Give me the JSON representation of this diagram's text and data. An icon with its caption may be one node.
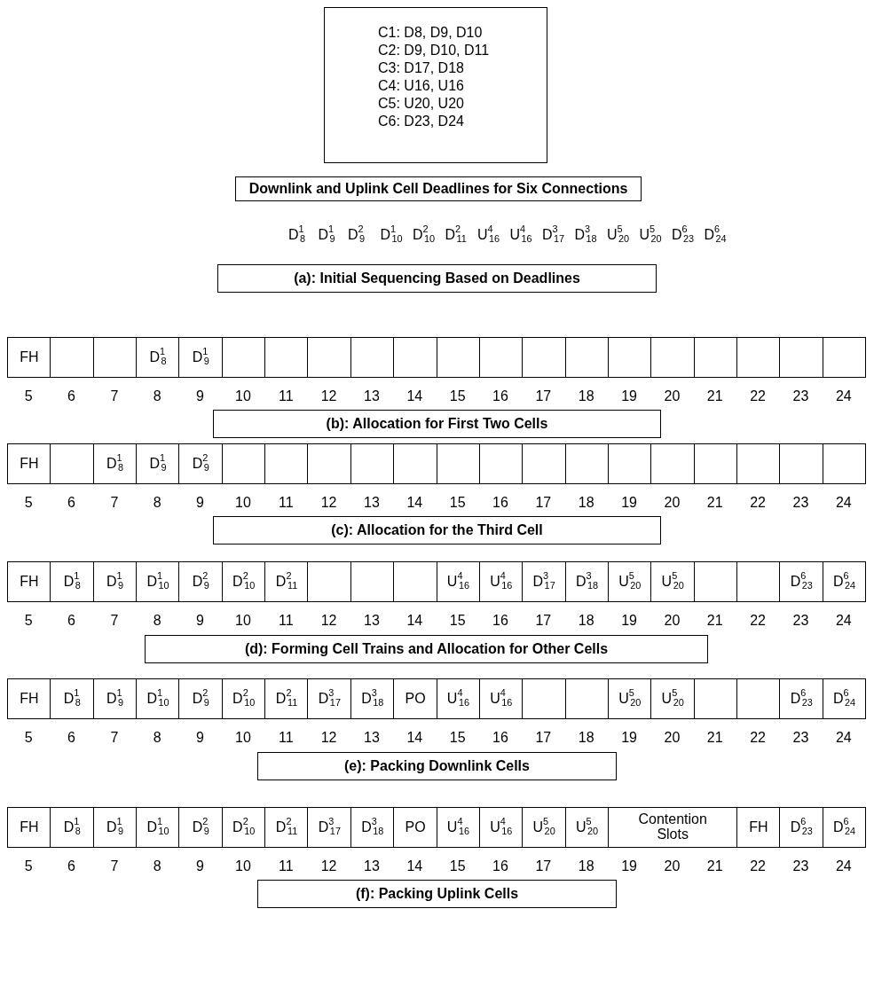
{
  "diagram": {
    "nodes": [
      {
        "text": [
          "C1: D8, D9, D10",
          "C2: D9, D10, D11",
          "C3: D17, D18",
          "C4: U16, U16",
          "C5: U20, U20",
          "C6: D23, D24"
        ]
      },
      {
        "text": [
          "Downlink and Uplink Cell Deadlines for Six Connections"
        ]
      },
      {
        "text": [
          "(a): Initial Sequencing Based on Deadlines"
        ]
      },
      {
        "text": [
          "FH"
        ]
      },
      {
        "text": [],
        "shape": "box"
      },
      {
        "text": [],
        "shape": "box"
      },
      {
        "text": [
          "D$^{1}$$_{8}$"
        ]
      },
      {
        "text": [
          "D$^{1}$$_{9}$"
        ]
      },
      {
        "text": [],
        "shape": "box"
      },
      {
        "text": [],
        "shape": "box"
      },
      {
        "text": [],
        "shape": "box"
      },
      {
        "text": [],
        "shape": "box"
      },
      {
        "text": [],
        "shape": "box"
      },
      {
        "text": [],
        "shape": "box"
      },
      {
        "text": [],
        "shape": "box"
      },
      {
        "text": [],
        "shape": "box"
      },
      {
        "text": [],
        "shape": "box"
      },
      {
        "text": [],
        "shape": "box"
      },
      {
        "text": [],
        "shape": "box"
      },
      {
        "text": [],
        "shape": "box"
      },
      {
        "text": [],
        "shape": "box"
      },
      {
        "text": [],
        "shape": "box"
      },
      {
        "text": [],
        "shape": "box"
      },
      {
        "text": [
          "(b): Allocation for First Two Cells"
        ]
      },
      {
        "text": [
          "FH"
        ]
      },
      {
        "text": [],
        "shape": "box"
      },
      {
        "text": [
          "D$^{1}$$_{8}$"
        ]
      },
      {
        "text": [
          "D$^{1}$$_{9}$"
        ]
      },
      {
        "text": [
          "D$^{2}$$_{9}$"
        ]
      },
      {
        "text": [],
        "shape": "box"
      },
      {
        "text": [],
        "shape": "box"
      },
      {
        "text": [],
        "shape": "box"
      },
      {
        "text": [],
        "shape": "box"
      },
      {
        "text": [],
        "shape": "box"
      },
      {
        "text": [],
        "shape": "box"
      },
      {
        "text": [],
        "shape": "box"
      },
      {
        "text": [],
        "shape": "box"
      },
      {
        "text": [],
        "shape": "box"
      },
      {
        "text": [],
        "shape": "box"
      },
      {
        "text": [],
        "shape": "box"
      },
      {
        "text": [],
        "shape": "box"
      },
      {
        "text": [],
        "shape": "box"
      },
      {
        "text": [],
        "shape": "box"
      },
      {
        "text": [],
        "shape": "box"
      },
      {
        "text": [
          "(c): Allocation for the Third Cell"
        ]
      },
      {
        "text": [
          "FH"
        ]
      },
      {
        "text": [
          "D$^{1}$$_{8}$"
        ]
      },
      {
        "text": [
          "D$^{1}$$_{9}$"
        ]
      },
      {
        "text": [
          "D$^{1}$$_{10}$"
        ]
      },
      {
        "text": [
          "D$^{2}$$_{9}$"
        ]
      },
      {
        "text": [
          "D$^{2}$$_{10}$"
        ]
      },
      {
        "text": [
          "D$^{2}$$_{11}$"
        ]
      },
      {
        "text": [],
        "shape": "box"
      },
      {
        "text": [],
        "shape": "box"
      },
      {
        "text": [],
        "shape": "box"
      },
      {
        "text": [
          "U$^{4}$$_{16}$"
        ]
      },
      {
        "text": [
          "U$^{4}$$_{16}$"
        ]
      },
      {
        "text": [
          "D$^{3}$$_{17}$"
        ]
      },
      {
        "text": [
          "D$^{3}$$_{18}$"
        ]
      },
      {
        "text": [
          "U$^{5}$$_{20}$"
        ]
      },
      {
        "text": [
          "U$^{5}$$_{20}$"
        ]
      },
      {
        "text": [],
        "shape": "box"
      },
      {
        "text": [],
        "shape": "box"
      },
      {
        "text": [
          "D$^{6}$$_{23}$"
        ]
      },
      {
        "text": [
          "D$^{6}$$_{24}$"
        ]
      },
      {
        "text": [
          "(d): Forming Cell Trains and Allocation for Other Cells"
        ]
      },
      {
        "text": [
          "FH"
        ]
      },
      {
        "text": [
          "D$^{1}$$_{8}$"
        ]
      },
      {
        "text": [
          "D$^{1}$$_{9}$"
        ]
      },
      {
        "text": [
          "D$^{1}$$_{10}$"
        ]
      },
      {
        "text": [
          "D$^{2}$$_{9}$"
        ]
      },
      {
        "text": [
          "D$^{2}$$_{10}$"
        ]
      },
      {
        "text": [
          "D$^{2}$$_{11}$"
        ]
      },
      {
        "text": [
          "D$^{3}$$_{17}$"
        ]
      },
      {
        "text": [
          "D$^{3}$$_{18}$"
        ]
      },
      {
        "text": [
          "PO"
        ]
      },
      {
        "text": [
          "U$^{4}$$_{16}$"
        ]
      },
      {
        "text": [
          "U$^{4}$$_{16}$"
        ]
      },
      {
        "text": [],
        "shape": "box"
      },
      {
        "text": [],
        "shape": "box"
      },
      {
        "text": [
          "U$^{5}$$_{20}$"
        ]
      },
      {
        "text": [
          "U$^{5}$$_{20}$"
        ]
      },
      {
        "text": [],
        "shape": "box"
      },
      {
        "text": [],
        "shape": "box"
      },
      {
        "text": [
          "D$^{6}$$_{23}$"
        ]
      },
      {
        "text": [
          "D$^{6}$$_{24}$"
        ]
      },
      {
        "text": [
          "(e): Packing Downlink Cells"
        ]
      },
      {
        "text": [
          "FH"
        ]
      },
      {
        "text": [
          "D$^{1}$$_{8}$"
        ]
      },
      {
        "text": [
          "D$^{1}$$_{9}$"
        ]
      },
      {
        "text": [
          "D$^{1}$$_{10}$"
        ]
      },
      {
        "text": [
          "D$^{2}$$_{9}$"
        ]
      },
      {
        "text": [
          "D$^{2}$$_{10}$"
        ]
      },
      {
        "text": [
          "D$^{2}$$_{11}$"
        ]
      },
      {
        "text": [
          "D$^{3}$$_{17}$"
        ]
      },
      {
        "text": [
          "D$^{3}$$_{18}$"
        ]
      },
      {
        "text": [
          "PO"
        ]
      },
      {
        "text": [
          "U$^{4}$$_{16}$"
        ]
      },
      {
        "text": [
          "U$^{4}$$_{16}$"
        ]
      },
      {
        "text": [
          "U$^{5}$$_{20}$"
        ]
      },
      {
        "text": [
          "U$^{5}$$_{20}$"
        ]
      },
      {
        "text": [
          "Contention Slots"
        ]
      },
      {
        "text": [
          "FH"
        ]
      },
      {
        "text": [
          "D$^{6}$$_{23}$"
        ]
      },
      {
        "text": [
          "D$^{6}$$_{24}$"
        ]
      },
      {
        "text": [
          "(f): Packing Uplink Cells"
        ]
      }
    ],
    "edges": [],
    "labels": [
      "D$^{1}$$_{8}$",
      "D$^{1}$$_{9}$",
      "D$^{2}$$_{9}$",
      "D$^{1}$$_{10}$",
      "D$^{2}$$_{10}$",
      "D$^{2}$$_{11}$",
      "U$^{4}$$_{16}$",
      "U$^{4}$$_{16}$",
      "D$^{3}$$_{17}$",
      "D$^{3}$$_{18}$",
      "U$^{5}$$_{20}$",
      "U$^{5}$$_{20}$",
      "D$^{6}$$_{23}$",
      "D$^{6}$$_{24}$",
      "5",
      "6",
      "7",
      "8",
      "9",
      "10",
      "11",
      "12",
      "13",
      "14",
      "15",
      "16",
      "17",
      "18",
      "19",
      "20",
      "21",
      "22",
      "23",
      "24",
      "5",
      "6",
      "7",
      "8",
      "9",
      "10",
      "11",
      "12",
      "13",
      "14",
      "15",
      "16",
      "17",
      "18",
      "19",
      "20",
      "21",
      "22",
      "23",
      "24",
      "5",
      "6",
      "7",
      "8",
      "9",
      "10",
      "11",
      "12",
      "13",
      "14",
      "15",
      "16",
      "17",
      "18",
      "19",
      "20",
      "21",
      "22",
      "23",
      "24",
      "5",
      "6",
      "7",
      "8",
      "9",
      "10",
      "11",
      "12",
      "13",
      "14",
      "15",
      "16",
      "17",
      "18",
      "19",
      "20",
      "21",
      "22",
      "23",
      "24",
      "5",
      "6",
      "7",
      "8",
      "9",
      "10",
      "11",
      "12",
      "13",
      "14",
      "15",
      "16",
      "17",
      "18",
      "19",
      "20",
      "21",
      "22",
      "23",
      "24"
    ]
  }
}
